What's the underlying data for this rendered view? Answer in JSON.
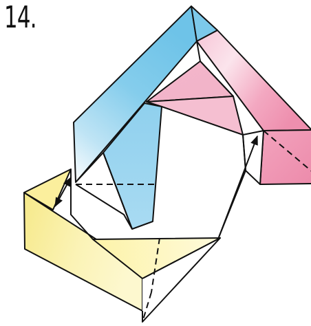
{
  "step": {
    "number": "14."
  },
  "colors": {
    "blue_dark": "#6fc3e8",
    "blue_light": "#e6f4fb",
    "pink_dark": "#ee8fae",
    "pink_light": "#fbe3ec",
    "yellow_dark": "#f6e98a",
    "yellow_light": "#fffbd4",
    "outline": "#111111"
  },
  "icons": {
    "arrows": [
      "double-headed-arrow-left",
      "double-headed-arrow-right"
    ]
  }
}
